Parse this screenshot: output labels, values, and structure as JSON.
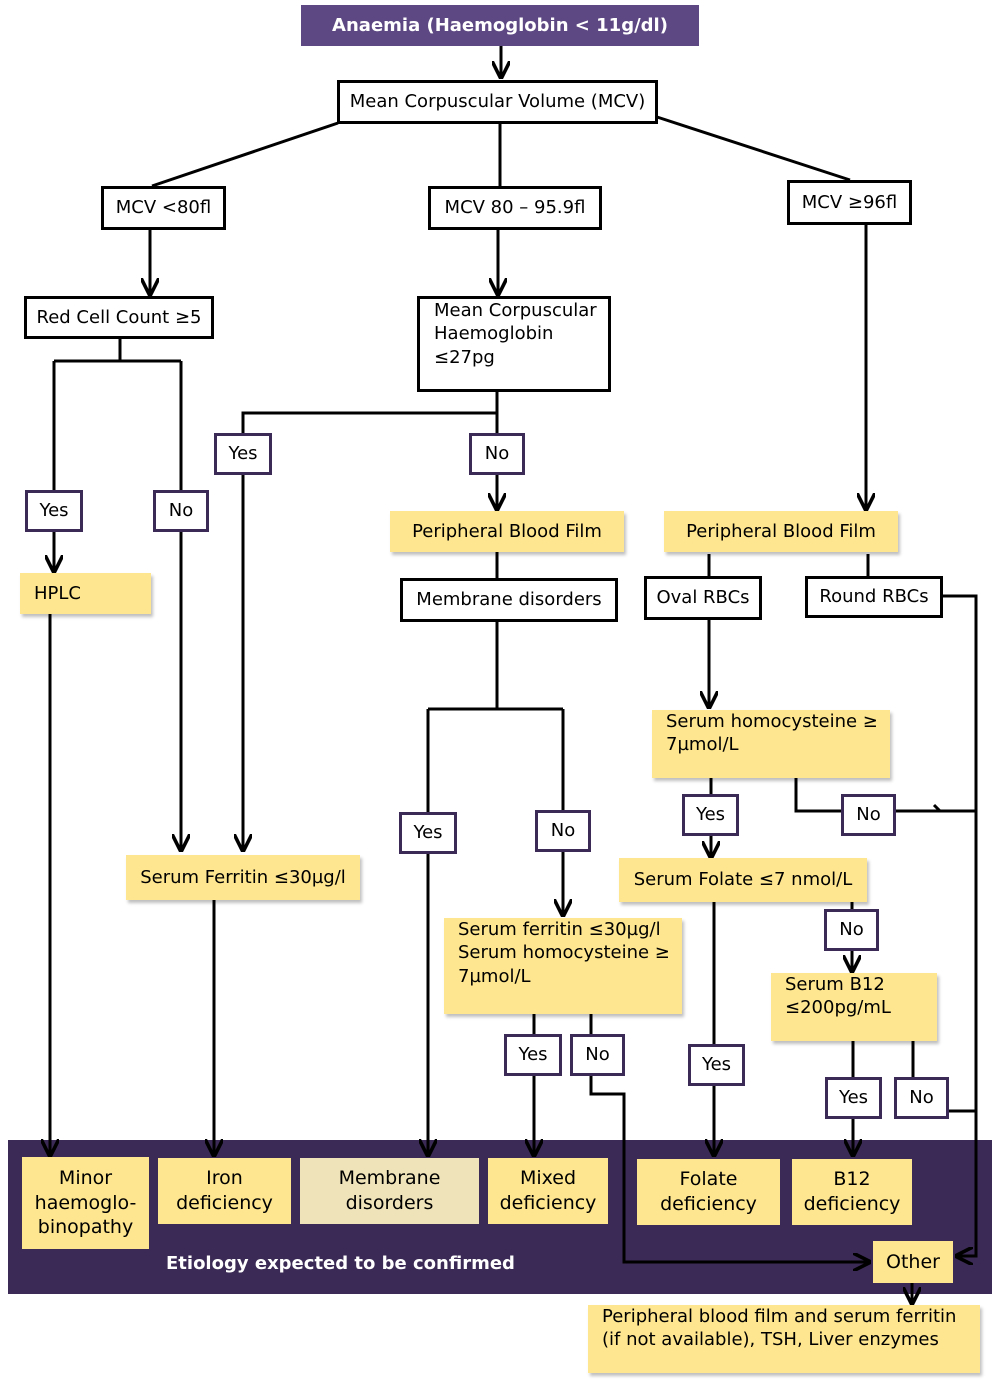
{
  "title": "Anaemia (Haemoglobin < 11g/dl)",
  "mcv": "Mean Corpuscular Volume (MCV)",
  "mcv_low": "MCV <80fl",
  "mcv_mid": "MCV 80 – 95.9fl",
  "mcv_high": "MCV ≥96fl",
  "red_cell": "Red Cell Count ≥5",
  "mch": [
    "Mean Corpuscular",
    "Haemoglobin",
    "≤27pg"
  ],
  "yes": "Yes",
  "no": "No",
  "hplc": "HPLC",
  "pbf": "Peripheral Blood Film",
  "membrane_q": "Membrane disorders",
  "oval": "Oval RBCs",
  "round": "Round RBCs",
  "homocysteine": [
    "Serum homocysteine ≥",
    "7µmol/L"
  ],
  "ferritin": "Serum Ferritin ≤30µg/l",
  "combo": [
    "Serum ferritin ≤30µg/l",
    "Serum homocysteine ≥",
    "7µmol/L"
  ],
  "folate": "Serum Folate ≤7 nmol/L",
  "b12": [
    "Serum B12",
    "≤200pg/mL"
  ],
  "outcomes": {
    "minor": [
      "Minor",
      "haemoglo-",
      "binopathy"
    ],
    "iron": [
      "Iron",
      "deficiency"
    ],
    "membrane": [
      "Membrane",
      "disorders"
    ],
    "mixed": [
      "Mixed",
      "deficiency"
    ],
    "folate": [
      "Folate",
      "deficiency"
    ],
    "b12": [
      "B12",
      "deficiency"
    ]
  },
  "other": "Other",
  "banner": "Etiology expected to be confirmed",
  "final": [
    "Peripheral blood film and serum ferritin",
    "(if not available), TSH, Liver enzymes"
  ],
  "colors": {
    "title_bg": "#5d4883",
    "band": "#3b2a55",
    "yellow": "#fde68f",
    "tan": "#efe3b9",
    "decision_border": "#3b2a55"
  }
}
